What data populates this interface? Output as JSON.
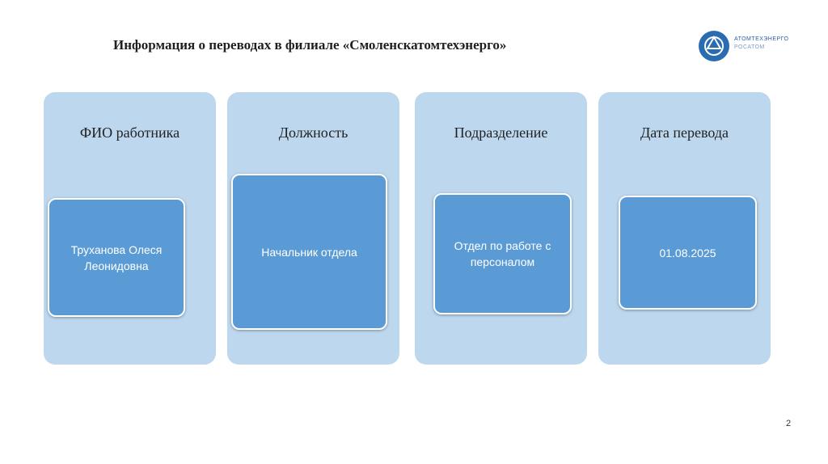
{
  "slide": {
    "title": "Информация о переводах в филиале «Смоленскатомтехэнерго»",
    "logo": {
      "line1": "АТОМТЕХЭНЕРГО",
      "line2": "РОСАТОМ"
    },
    "page_number": "2"
  },
  "columns": [
    {
      "header": "ФИО работника",
      "value": "Труханова Олеся Леонидовна"
    },
    {
      "header": "Должность",
      "value": "Начальник отдела"
    },
    {
      "header": "Подразделение",
      "value": "Отдел по работе с персоналом"
    },
    {
      "header": "Дата перевода",
      "value": "01.08.2025"
    }
  ],
  "colors": {
    "column_bg": "#bdd7ee",
    "card_bg": "#5b9bd5",
    "logo": "#2b6cb0"
  }
}
